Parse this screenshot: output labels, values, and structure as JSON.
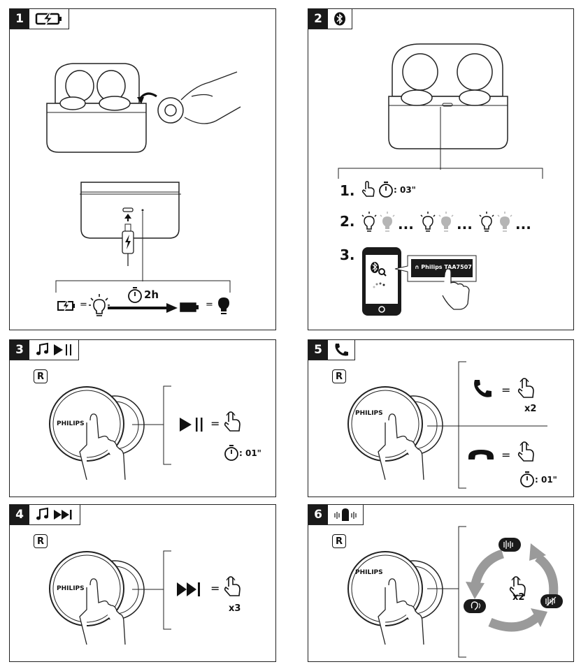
{
  "panels": [
    {
      "number": "1"
    },
    {
      "number": "2"
    },
    {
      "number": "3"
    },
    {
      "number": "4"
    },
    {
      "number": "5"
    },
    {
      "number": "6"
    }
  ],
  "icons": {
    "p1": "charging-icon",
    "p2": "bluetooth-icon",
    "p3": [
      "music-note-icon",
      "play-pause-icon"
    ],
    "p4": [
      "music-note-icon",
      "next-track-icon"
    ],
    "p5": "phone-icon",
    "p6": "microphone-icon"
  },
  "charging": {
    "duration": "2h",
    "equals": "="
  },
  "pairing": {
    "step1_label": "1.",
    "step1_time": ": 03\"",
    "step2_label": "2.",
    "ellipsis": "...",
    "step3_label": "3.",
    "device_name": "Philips TAA7507"
  },
  "playpause": {
    "side": "R",
    "brand": "PHILIPS",
    "equals": "=",
    "time": ": 01\""
  },
  "next": {
    "side": "R",
    "brand": "PHILIPS",
    "equals": "=",
    "taps": "x3"
  },
  "calls": {
    "side": "R",
    "brand": "PHILIPS",
    "equals": "=",
    "answer_taps": "x2",
    "reject_time": ": 01\""
  },
  "anc": {
    "side": "R",
    "brand": "PHILIPS",
    "taps": "x2"
  },
  "colors": {
    "dark": "#1a1a1a",
    "arrow_gray": "#9a9a9a",
    "bulb_gray": "#b5b5b5"
  }
}
